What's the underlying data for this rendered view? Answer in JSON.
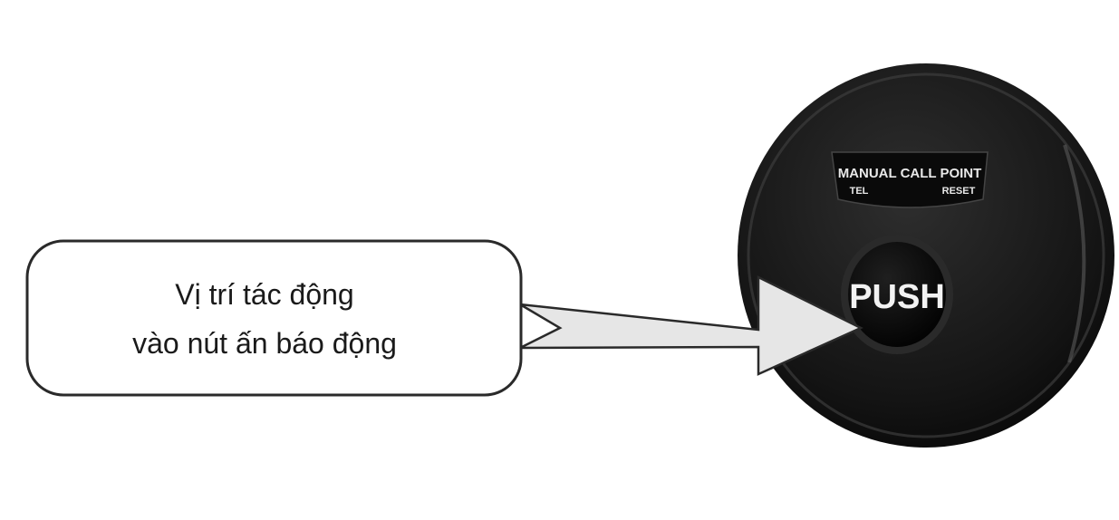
{
  "callout": {
    "line1": "Vị trí tác động",
    "line2": "vào nút ấn báo động"
  },
  "device": {
    "name": "manual call point",
    "plate_title": "MANUAL CALL POINT",
    "plate_left": "TEL",
    "plate_right": "RESET",
    "button_label": "PUSH",
    "body_color": "#161616",
    "button_color": "#070707"
  },
  "colors": {
    "outline": "#2a2a2a",
    "arrow_fill": "#e6e6e6",
    "callout_fill": "#ffffff"
  }
}
